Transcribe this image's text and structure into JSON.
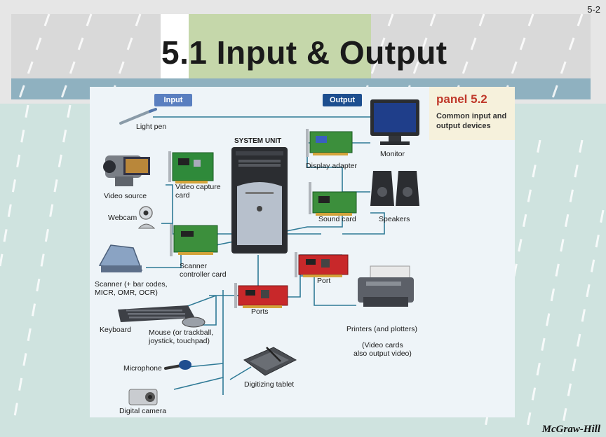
{
  "slide": {
    "number": "5-2",
    "title": "5.1 Input & Output",
    "footer": "McGraw-Hill"
  },
  "panel": {
    "title": "panel 5.2",
    "subtitle": "Common input and output devices"
  },
  "figure": {
    "input_tag": "Input",
    "output_tag": "Output",
    "system_unit": "SYSTEM UNIT",
    "labels": {
      "light_pen": "Light pen",
      "video_source": "Video source",
      "video_capture_1": "Video capture",
      "video_capture_2": "card",
      "webcam": "Webcam",
      "scanner_controller_1": "Scanner",
      "scanner_controller_2": "controller card",
      "scanner_1": "Scanner (+ bar codes,",
      "scanner_2": "MICR, OMR, OCR)",
      "keyboard": "Keyboard",
      "mouse_1": "Mouse (or trackball,",
      "mouse_2": "joystick, touchpad)",
      "microphone": "Microphone",
      "digital_camera": "Digital camera",
      "digitizing_tablet": "Digitizing tablet",
      "ports": "Ports",
      "port": "Port",
      "display_adapter": "Display adapter",
      "monitor": "Monitor",
      "sound_card": "Sound card",
      "speakers": "Speakers",
      "printers": "Printers (and plotters)",
      "video_note_1": "(Video cards",
      "video_note_2": "also output video)"
    }
  },
  "colors": {
    "input_tag": "#5a7fc0",
    "output_tag": "#1d4e8f",
    "connector": "#2f7a96",
    "panel_title": "#c0392b"
  }
}
